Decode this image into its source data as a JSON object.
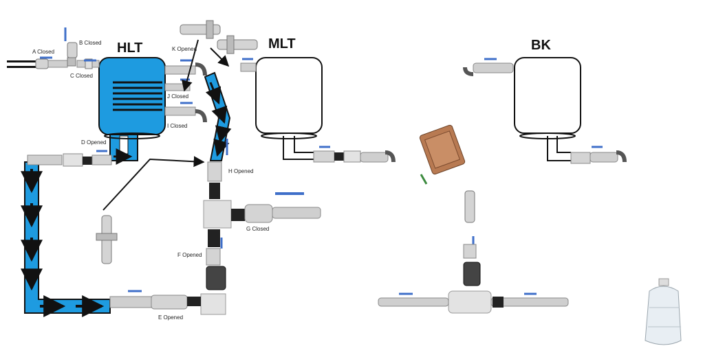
{
  "vessels": {
    "hlt": "HLT",
    "mlt": "MLT",
    "bk": "BK"
  },
  "valves": {
    "a": "A Closed",
    "b": "B Closed",
    "c": "C Closed",
    "d": "D Opened",
    "e": "E Opened",
    "f": "F Opened",
    "g": "G Closed",
    "h": "H Opened",
    "i": "I Closed",
    "j": "J Closed",
    "k": "K Opened"
  },
  "colors": {
    "flow": "#1e9be0",
    "valve_handle": "#3f6fc9",
    "fitting": "#c9c9c9",
    "hlt_fill": "#1e9be0"
  },
  "icons": [
    "arrow-icon",
    "valve-icon",
    "camlock-icon",
    "plate-chiller-icon",
    "water-jug-icon"
  ]
}
